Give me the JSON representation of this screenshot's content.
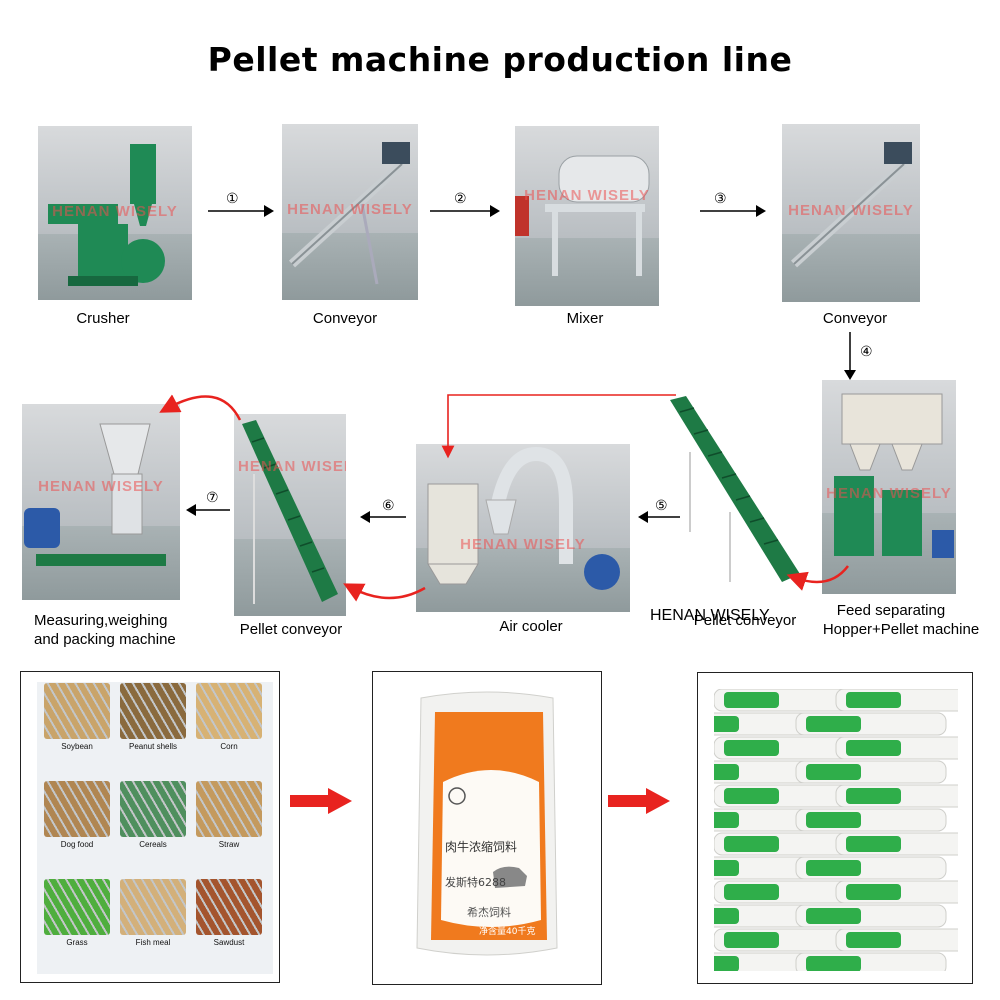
{
  "title": "Pellet machine production line",
  "watermark": "HENAN WISELY",
  "steps": [
    "①",
    "②",
    "③",
    "④",
    "⑤",
    "⑥",
    "⑦"
  ],
  "machines": {
    "crusher": "Crusher",
    "conveyor1": "Conveyor",
    "mixer": "Mixer",
    "conveyor2": "Conveyor",
    "pellet_machine_line1": "Feed separating",
    "pellet_machine_line2": "Hopper+Pellet machine",
    "pellet_conveyor1": "Pellet conveyor",
    "air_cooler": "Air cooler",
    "pellet_conveyor2": "Pellet conveyor",
    "packing_line1": "Measuring,weighing",
    "packing_line2": "and packing machine"
  },
  "pellet_types": [
    "Soybean",
    "Peanut shells",
    "Corn",
    "Dog food",
    "Cereals",
    "Straw",
    "Grass",
    "Fish meal",
    "Sawdust"
  ],
  "bag": {
    "brand_line1": "肉牛浓缩饲料",
    "brand_line2": "发斯特6288",
    "brand_line3": "希杰饲料",
    "net_weight": "净含量40千克"
  },
  "colors": {
    "arrow_red": "#e8231f",
    "conveyor_green": "#1e7a45",
    "machine_green": "#1f8a55",
    "bag_orange": "#f07a1e",
    "bag_green": "#2fae4a"
  }
}
